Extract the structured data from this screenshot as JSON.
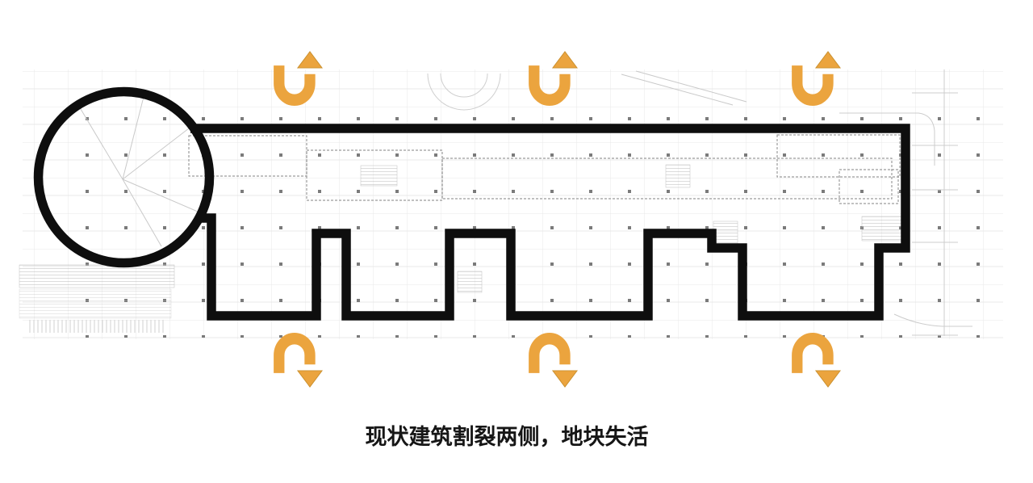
{
  "caption": {
    "text": "现状建筑割裂两侧，地块失活"
  },
  "colors": {
    "arrow": "#EBA43E",
    "arrow_edge": "#C98F2D",
    "outline": "#0E0E0E",
    "plan_line": "#DCDCDC",
    "plan_dot": "#4F4F4F"
  },
  "arrows": {
    "top": [
      {
        "name": "u-turn-up-arrow-1",
        "direction": "up"
      },
      {
        "name": "u-turn-up-arrow-2",
        "direction": "up"
      },
      {
        "name": "u-turn-up-arrow-3",
        "direction": "up"
      }
    ],
    "bottom": [
      {
        "name": "u-turn-down-arrow-1",
        "direction": "down"
      },
      {
        "name": "u-turn-down-arrow-2",
        "direction": "down"
      },
      {
        "name": "u-turn-down-arrow-3",
        "direction": "down"
      }
    ]
  }
}
